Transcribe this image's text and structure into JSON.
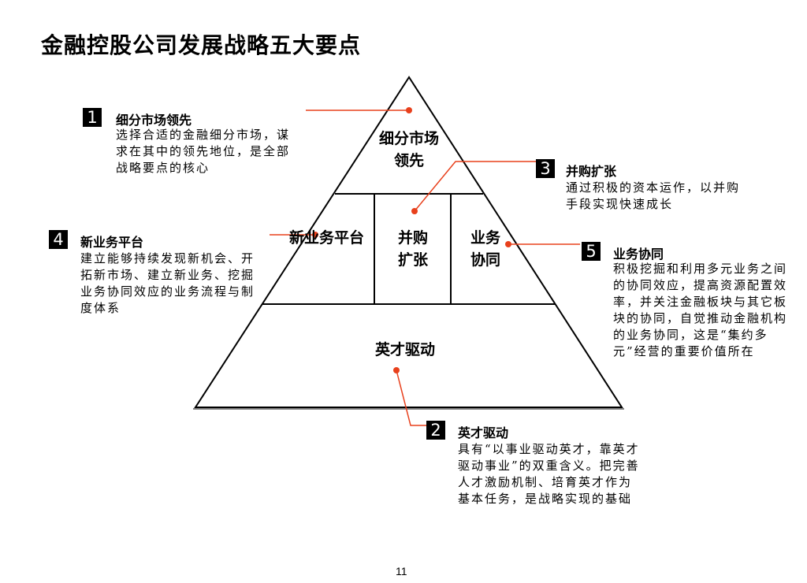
{
  "title": "金融控股公司发展战略五大要点",
  "pyramid": {
    "top": "细分市场领先",
    "middle_left": "新业务平台",
    "middle_center": "并购扩张",
    "middle_right": "业务协同",
    "bottom": "英才驱动"
  },
  "notes": [
    {
      "number": "1",
      "title": "细分市场领先",
      "body": "选择合适的金融细分市场，谋求在其中的领先地位，是全部战略要点的核心"
    },
    {
      "number": "2",
      "title": "英才驱动",
      "body": "具有“以事业驱动英才，靠英才驱动事业”的双重含义。把完善人才激励机制、培育英才作为基本任务，是战略实现的基础"
    },
    {
      "number": "3",
      "title": "并购扩张",
      "body": "通过积极的资本运作，以并购手段实现快速成长"
    },
    {
      "number": "4",
      "title": "新业务平台",
      "body": "建立能够持续发现新机会、开拓新市场、建立新业务、挖掘业务协同效应的业务流程与制度体系"
    },
    {
      "number": "5",
      "title": "业务协同",
      "body": "积极挖掘和利用多元业务之间的协同效应，提高资源配置效率，并关注金融板块与其它板块的协同，自觉推动金融机构的业务协同，这是“集约多元”经营的重要价值所在"
    }
  ],
  "colors": {
    "accent": "#e8401c",
    "line": "#000000"
  },
  "page_number": "11"
}
